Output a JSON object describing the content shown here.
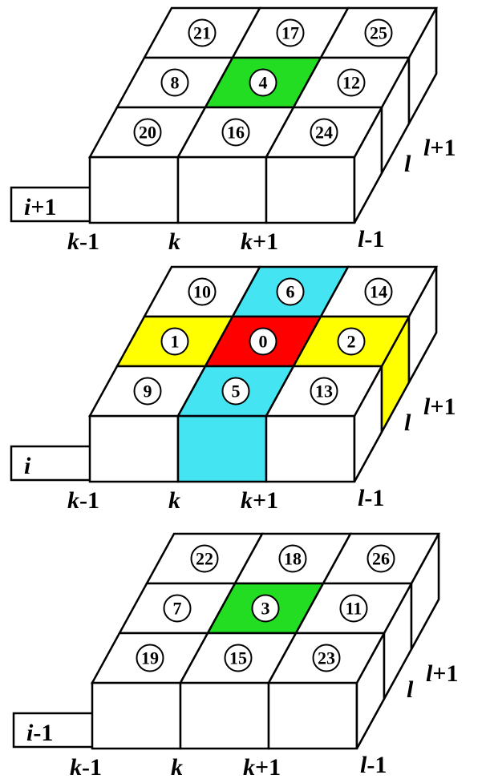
{
  "colors": {
    "line": "#000000",
    "background": "#ffffff",
    "green": "#22dd22",
    "cyan": "#44e4f2",
    "yellow": "#ffff00",
    "red": "#ff0000"
  },
  "layers": [
    {
      "name": "upper-layer",
      "layer_label": {
        "var": "i",
        "suffix": "+1"
      },
      "cells": [
        {
          "number": "21",
          "row": 2,
          "col": 0,
          "fill": ""
        },
        {
          "number": "17",
          "row": 2,
          "col": 1,
          "fill": ""
        },
        {
          "number": "25",
          "row": 2,
          "col": 2,
          "fill": ""
        },
        {
          "number": "8",
          "row": 1,
          "col": 0,
          "fill": ""
        },
        {
          "number": "4",
          "row": 1,
          "col": 1,
          "fill": "green"
        },
        {
          "number": "12",
          "row": 1,
          "col": 2,
          "fill": ""
        },
        {
          "number": "20",
          "row": 0,
          "col": 0,
          "fill": ""
        },
        {
          "number": "16",
          "row": 0,
          "col": 1,
          "fill": ""
        },
        {
          "number": "24",
          "row": 0,
          "col": 2,
          "fill": ""
        }
      ],
      "front_fill": [],
      "side_fill": ""
    },
    {
      "name": "middle-layer",
      "layer_label": {
        "var": "i",
        "suffix": ""
      },
      "cells": [
        {
          "number": "10",
          "row": 2,
          "col": 0,
          "fill": ""
        },
        {
          "number": "6",
          "row": 2,
          "col": 1,
          "fill": "cyan"
        },
        {
          "number": "14",
          "row": 2,
          "col": 2,
          "fill": ""
        },
        {
          "number": "1",
          "row": 1,
          "col": 0,
          "fill": "yellow"
        },
        {
          "number": "0",
          "row": 1,
          "col": 1,
          "fill": "red"
        },
        {
          "number": "2",
          "row": 1,
          "col": 2,
          "fill": "yellow"
        },
        {
          "number": "9",
          "row": 0,
          "col": 0,
          "fill": ""
        },
        {
          "number": "5",
          "row": 0,
          "col": 1,
          "fill": "cyan"
        },
        {
          "number": "13",
          "row": 0,
          "col": 2,
          "fill": ""
        }
      ],
      "front_fill": [
        {
          "col": 1,
          "fill": "cyan"
        }
      ],
      "side_fill": "yellow"
    },
    {
      "name": "lower-layer",
      "layer_label": {
        "var": "i",
        "suffix": "-1"
      },
      "cells": [
        {
          "number": "22",
          "row": 2,
          "col": 0,
          "fill": ""
        },
        {
          "number": "18",
          "row": 2,
          "col": 1,
          "fill": ""
        },
        {
          "number": "26",
          "row": 2,
          "col": 2,
          "fill": ""
        },
        {
          "number": "7",
          "row": 1,
          "col": 0,
          "fill": ""
        },
        {
          "number": "3",
          "row": 1,
          "col": 1,
          "fill": "green"
        },
        {
          "number": "11",
          "row": 1,
          "col": 2,
          "fill": ""
        },
        {
          "number": "19",
          "row": 0,
          "col": 0,
          "fill": ""
        },
        {
          "number": "15",
          "row": 0,
          "col": 1,
          "fill": ""
        },
        {
          "number": "23",
          "row": 0,
          "col": 2,
          "fill": ""
        }
      ],
      "front_fill": [],
      "side_fill": ""
    }
  ],
  "k_labels": [
    {
      "var": "k",
      "suffix": "-1"
    },
    {
      "var": "k",
      "suffix": ""
    },
    {
      "var": "k",
      "suffix": "+1"
    }
  ],
  "l_labels": [
    {
      "var": "l",
      "suffix": "+1"
    },
    {
      "var": "l",
      "suffix": ""
    },
    {
      "var": "l",
      "suffix": "-1"
    }
  ]
}
